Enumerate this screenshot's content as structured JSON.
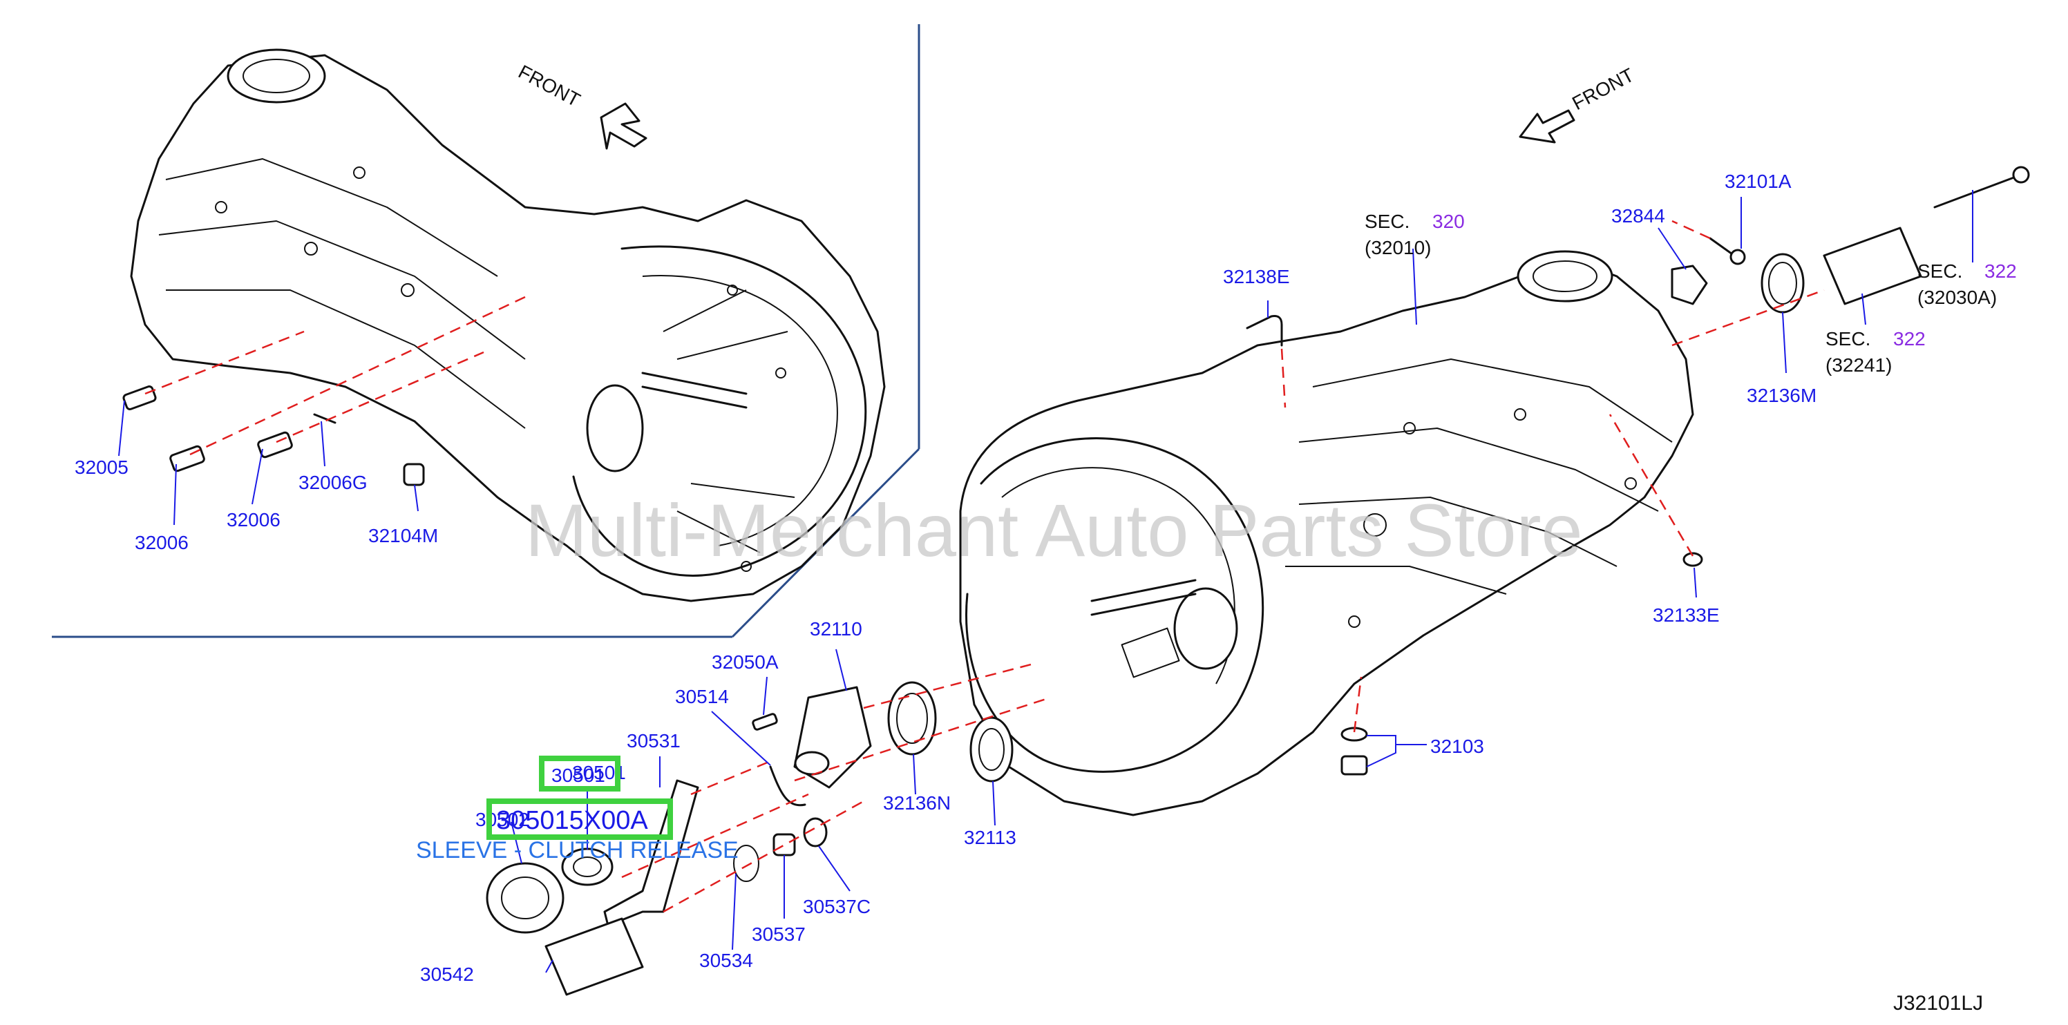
{
  "diagram": {
    "watermark": "Multi-Merchant Auto Parts Store",
    "diagram_code": "J32101LJ",
    "front_label_left": "FRONT",
    "front_label_right": "FRONT",
    "highlight": {
      "part_number": "30501",
      "catalog_number": "305015X00A",
      "description": "SLEEVE - CLUTCH RELEASE"
    },
    "labels": [
      "32005",
      "32006",
      "32006",
      "32006G",
      "32104M",
      "32138E",
      "32844",
      "32101A",
      "32136M",
      "32133E",
      "32103",
      "32110",
      "32050A",
      "30514",
      "30531",
      "30501",
      "30502",
      "30542",
      "30534",
      "30537",
      "30537C",
      "32136N",
      "32113"
    ],
    "sec_refs": [
      {
        "prefix": "SEC.",
        "number": "320",
        "code": "(32010)"
      },
      {
        "prefix": "SEC.",
        "number": "322",
        "code": "(32030A)"
      },
      {
        "prefix": "SEC.",
        "number": "322",
        "code": "(32241)"
      }
    ]
  }
}
